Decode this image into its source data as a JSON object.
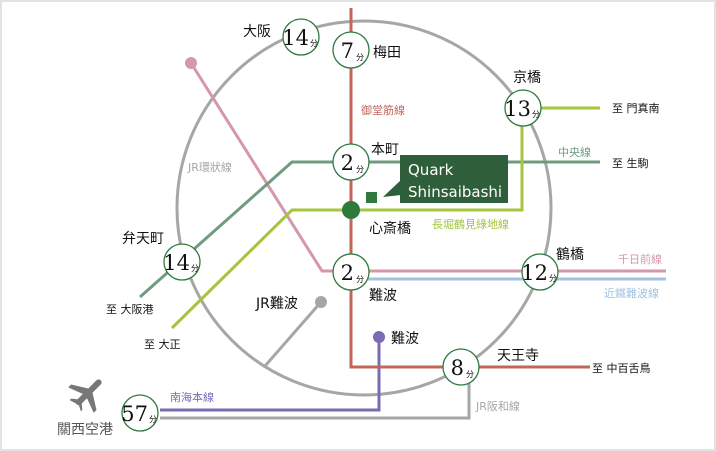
{
  "colors": {
    "midosuji": "#c0675a",
    "chuo": "#6f9c7e",
    "nagahori": "#a4c53c",
    "sennichimae": "#d597aa",
    "kintetsu": "#a2c2e0",
    "jr": "#a6a6a6",
    "nankai": "#7b6bb3",
    "quark": "#2e5e3a"
  },
  "unit": "分",
  "stations": {
    "osaka": {
      "name": "大阪",
      "minutes": "14"
    },
    "umeda": {
      "name": "梅田",
      "minutes": "7"
    },
    "kyobashi": {
      "name": "京橋",
      "minutes": "13"
    },
    "honmachi": {
      "name": "本町",
      "minutes": "2"
    },
    "shinsaibashi": {
      "name": "心斎橋"
    },
    "bentencho": {
      "name": "弁天町",
      "minutes": "14"
    },
    "namba": {
      "name": "難波",
      "minutes": "2"
    },
    "tsuruhashi": {
      "name": "鶴橋",
      "minutes": "12"
    },
    "jr_namba": {
      "name": "JR難波"
    },
    "nankai_namba": {
      "name": "難波"
    },
    "tennoji": {
      "name": "天王寺",
      "minutes": "8"
    },
    "kansai_airport": {
      "name": "關西空港",
      "minutes": "57"
    }
  },
  "lines": {
    "jr_loop": "JR環狀線",
    "midosuji": "御堂筋線",
    "chuo": "中央線",
    "nagahori": "長堀鶴見綠地線",
    "sennichimae": "千日前線",
    "kintetsu": "近鐵難波線",
    "nankai": "南海本線",
    "jr_hanwa": "JR阪和線"
  },
  "destinations": {
    "kadomaminami": "至 門真南",
    "ikoma": "至 生駒",
    "osakako": "至 大阪港",
    "taisho": "至 大正",
    "nakamozu": "至 中百舌鳥"
  },
  "property": {
    "line1": "Quark",
    "line2": "Shinsaibashi"
  }
}
